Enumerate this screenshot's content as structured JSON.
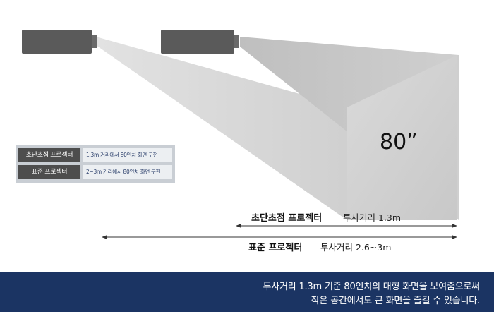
{
  "screen_label": "80”",
  "ultra_short": {
    "title": "초단초점 프로젝터",
    "distance_label": "투사거리 1.3m"
  },
  "standard": {
    "title": "표준 프로젝터",
    "distance_label": "투사거리 2.6~3m"
  },
  "legend": {
    "rows": [
      {
        "key": "초단초점 프로젝터",
        "value": "1.3m 거리에서 80인치 화면 구현"
      },
      {
        "key": "표준 프로젝터",
        "value": "2~3m 거리에서 80인치 화면 구현"
      }
    ]
  },
  "footer": {
    "line1": "투사거리 1.3m 기준 80인치의 대형 화면을 보여줌으로써",
    "line2": "작은 공간에서도 큰 화면을 즐길 수 있습니다."
  },
  "colors": {
    "projector": "#5a5a5a",
    "beam": "#d6d6d6",
    "screen": "#d2d2d2",
    "footer_bg": "#1b3463",
    "legend_key_bg": "#4d4d4d",
    "legend_text": "#2b3f6b"
  }
}
